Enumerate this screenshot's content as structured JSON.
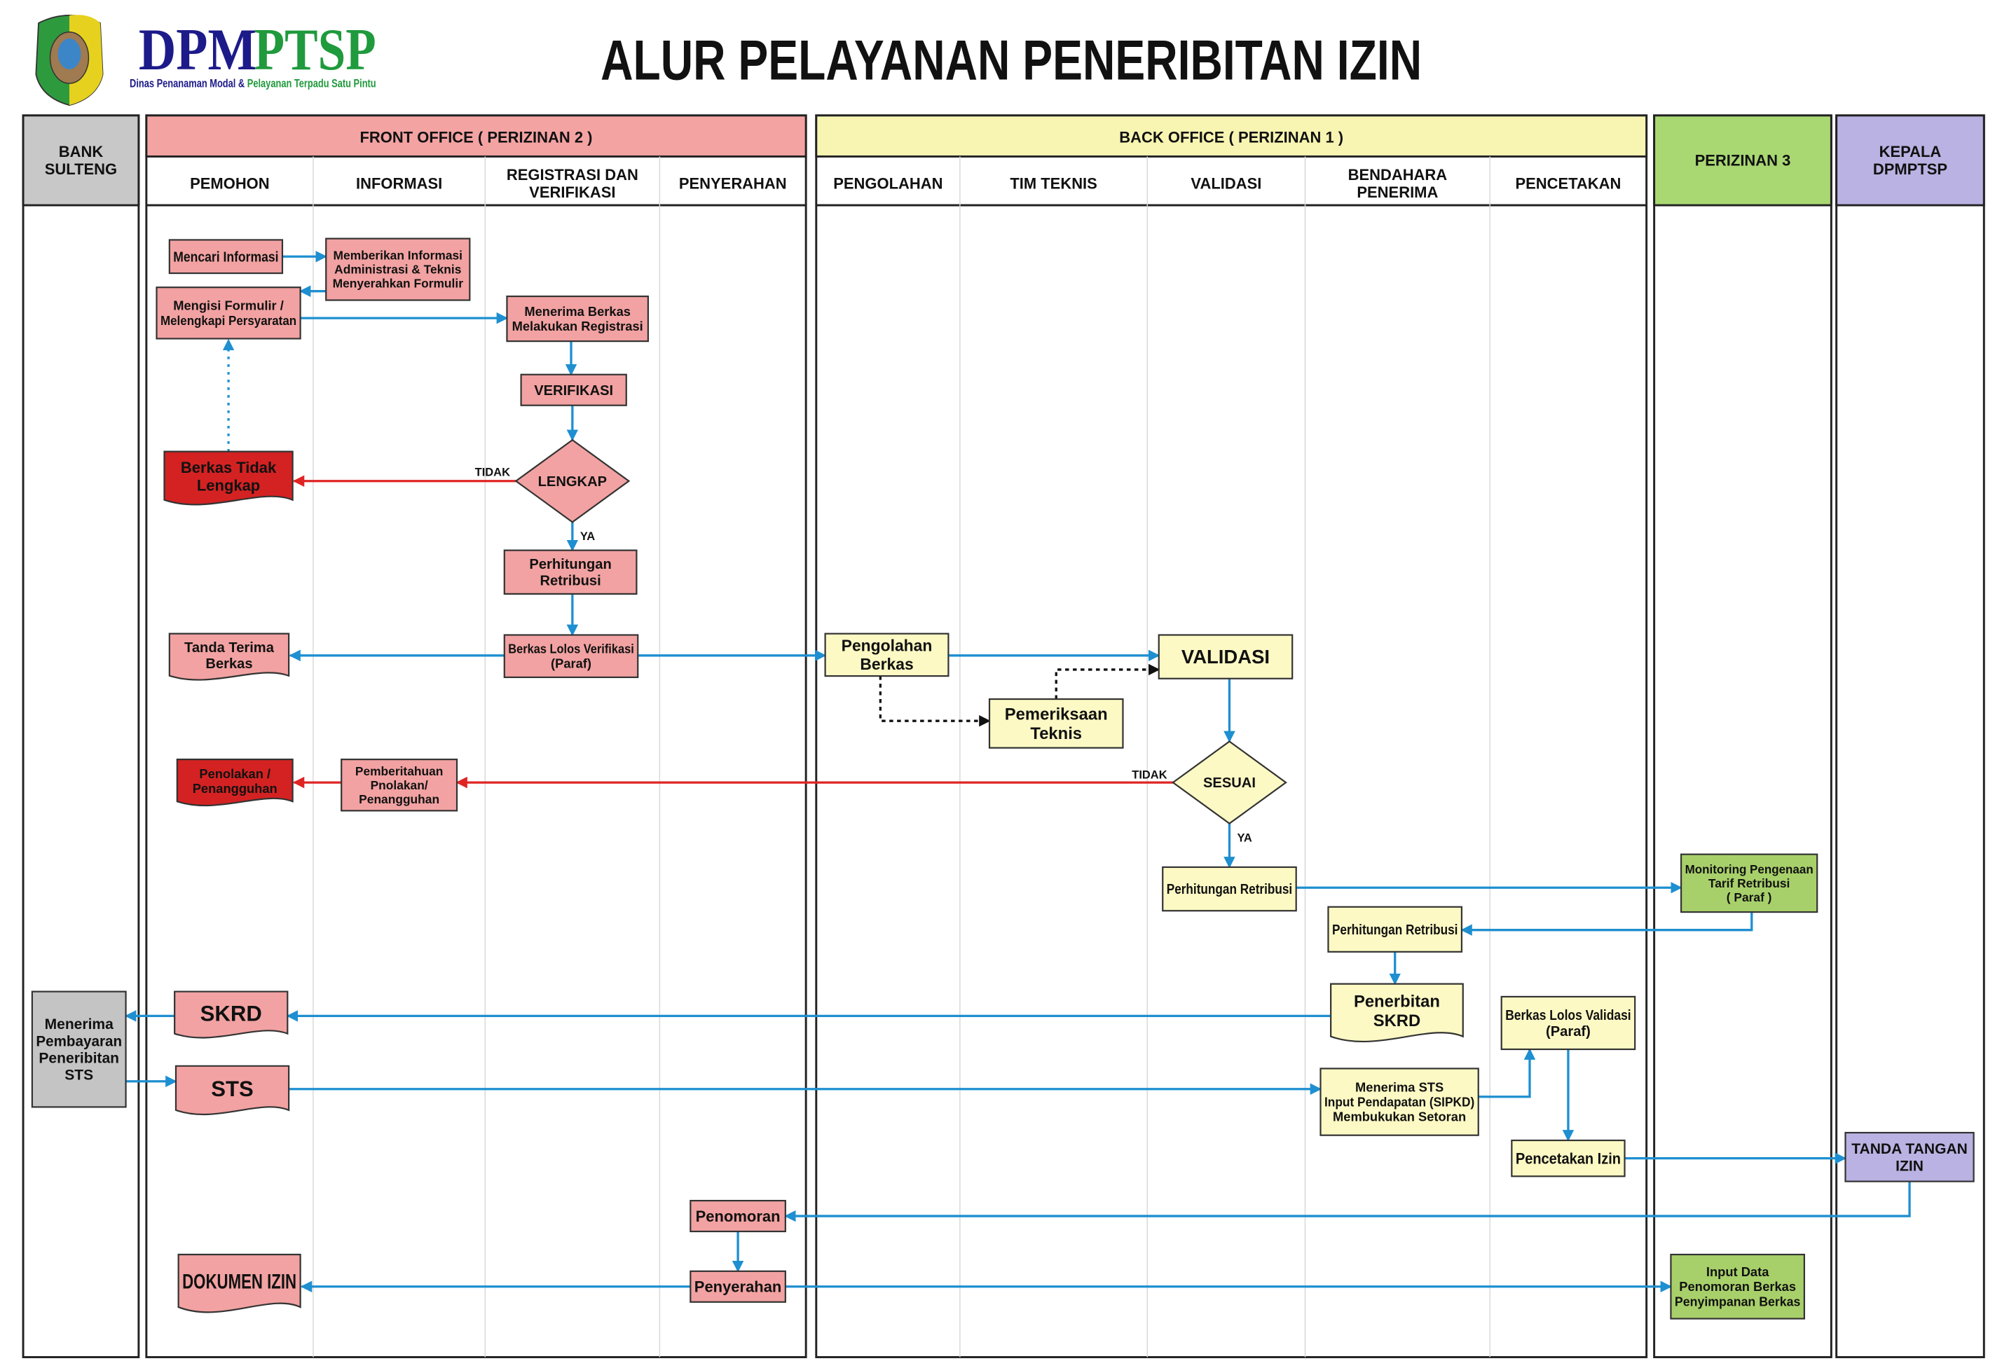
{
  "header": {
    "logo_main_1": "DPM",
    "logo_main_2": "PTSP",
    "logo_sub_1": "Dinas Penanaman Modal & ",
    "logo_sub_2": "Pelayanan Terpadu Satu Pintu",
    "title": "ALUR PELAYANAN PENERIBITAN IZIN"
  },
  "lanes": {
    "bank": [
      "BANK",
      "SULTENG"
    ],
    "front_office": "FRONT OFFICE ( PERIZINAN 2 )",
    "back_office": "BACK OFFICE ( PERIZINAN 1 )",
    "perizinan3": [
      "PERIZINAN 3"
    ],
    "kepala": [
      "KEPALA",
      "DPMPTSP"
    ],
    "front_sub": [
      [
        "PEMOHON"
      ],
      [
        "INFORMASI"
      ],
      [
        "REGISTRASI DAN",
        "VERIFIKASI"
      ],
      [
        "PENYERAHAN"
      ]
    ],
    "back_sub": [
      [
        "PENGOLAHAN"
      ],
      [
        "TIM TEKNIS"
      ],
      [
        "VALIDASI"
      ],
      [
        "BENDAHARA",
        "PENERIMA"
      ],
      [
        "PENCETAKAN"
      ]
    ]
  },
  "colors": {
    "bank": "#c8c8c8",
    "front": "#f4a3a3",
    "back": "#f8f5b2",
    "perizinan3": "#a9d873",
    "kepala": "#bab2e2",
    "pink": "#f2a2a2",
    "red": "#d42222",
    "yellow": "#fcf9c4",
    "green": "#a8d06a",
    "gray": "#c4c4c4",
    "flow": "#1e8fd0",
    "reject": "#e02424",
    "check": "#111111"
  },
  "nodes": {
    "mencari_informasi": [
      "Mencari Informasi"
    ],
    "memberikan_informasi": [
      "Memberikan Informasi",
      "Administrasi & Teknis",
      "Menyerahkan Formulir"
    ],
    "mengisi_formulir": [
      "Mengisi Formulir /",
      "Melengkapi Persyaratan"
    ],
    "menerima_berkas": [
      "Menerima Berkas",
      "Melakukan Registrasi"
    ],
    "verifikasi": [
      "VERIFIKASI"
    ],
    "lengkap": [
      "LENGKAP"
    ],
    "berkas_tidak_lengkap": [
      "Berkas Tidak",
      "Lengkap"
    ],
    "perhitungan_retribusi_fo": [
      "Perhitungan",
      "Retribusi"
    ],
    "berkas_lolos_verifikasi": [
      "Berkas Lolos Verifikasi",
      "(Paraf)"
    ],
    "tanda_terima_berkas": [
      "Tanda Terima",
      "Berkas"
    ],
    "pengolahan_berkas": [
      "Pengolahan",
      "Berkas"
    ],
    "validasi": [
      "VALIDASI"
    ],
    "pemeriksaan_teknis": [
      "Pemeriksaan",
      "Teknis"
    ],
    "sesuai": [
      "SESUAI"
    ],
    "pemberitahuan_penolakan": [
      "Pemberitahuan",
      "Pnolakan/",
      "Penangguhan"
    ],
    "penolakan_penangguhan": [
      "Penolakan /",
      "Penangguhan"
    ],
    "perhitungan_retribusi_val": [
      "Perhitungan Retribusi"
    ],
    "monitoring_tarif": [
      "Monitoring Pengenaan",
      "Tarif Retribusi",
      "( Paraf )"
    ],
    "perhitungan_retribusi_bend": [
      "Perhitungan Retribusi"
    ],
    "penerbitan_skrd": [
      "Penerbitan",
      "SKRD"
    ],
    "berkas_lolos_validasi": [
      "Berkas Lolos Validasi",
      "(Paraf)"
    ],
    "menerima_sts": [
      "Menerima STS",
      "Input Pendapatan (SIPKD)",
      "Membukukan Setoran"
    ],
    "pencetakan_izin": [
      "Pencetakan Izin"
    ],
    "tanda_tangan_izin": [
      "TANDA TANGAN",
      "IZIN"
    ],
    "menerima_pembayaran": [
      "Menerima",
      "Pembayaran",
      "Peneribitan",
      "STS"
    ],
    "skrd": [
      "SKRD"
    ],
    "sts": [
      "STS"
    ],
    "penomoran": [
      "Penomoran"
    ],
    "penyerahan": [
      "Penyerahan"
    ],
    "dokumen_izin": [
      "DOKUMEN IZIN"
    ],
    "input_data": [
      "Input Data",
      "Penomoran Berkas",
      "Penyimpanan Berkas"
    ]
  },
  "edge_labels": {
    "lengkap_tidak": "TIDAK",
    "lengkap_ya": "YA",
    "sesuai_tidak": "TIDAK",
    "sesuai_ya": "YA"
  }
}
